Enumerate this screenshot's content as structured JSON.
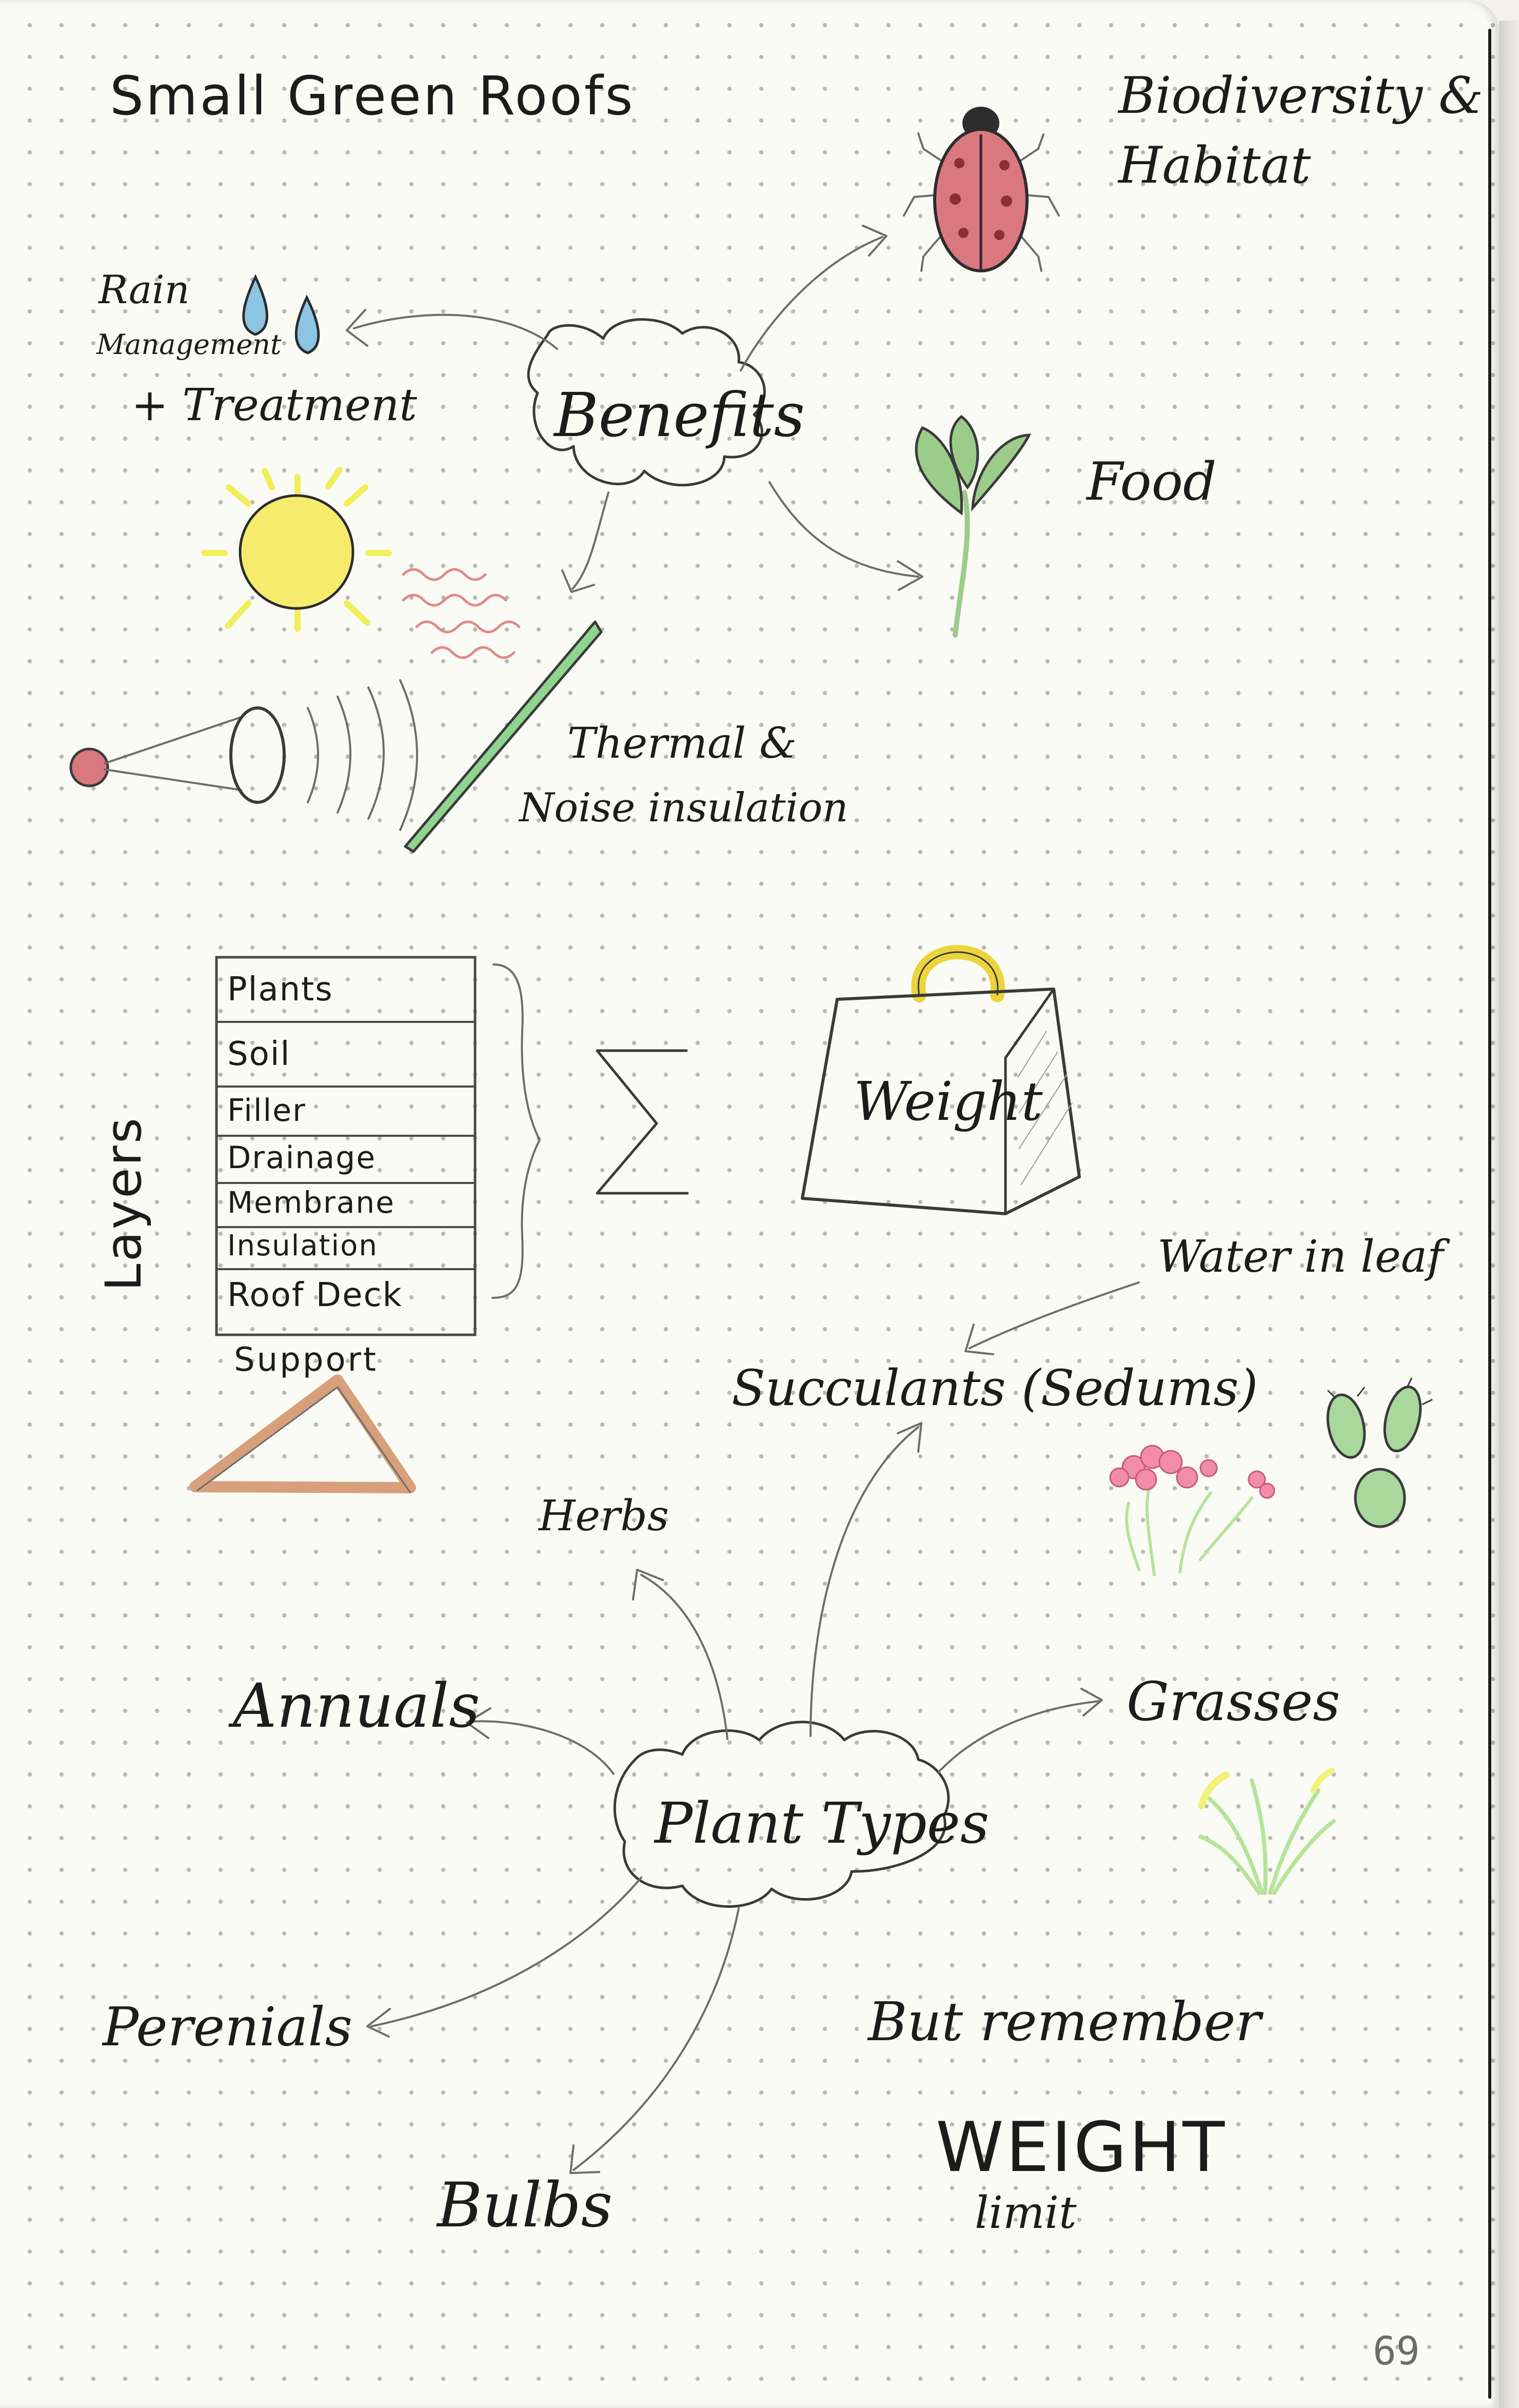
{
  "title": "Small Green Roofs",
  "benefits": {
    "hub": "Benefits",
    "rain": [
      "Rain",
      "Management",
      "+ Treatment"
    ],
    "biodiversity": [
      "Biodiversity &",
      "Habitat"
    ],
    "food": "Food",
    "thermal": [
      "Thermal &",
      "Noise insulation"
    ]
  },
  "layers": {
    "label": "Layers",
    "items": [
      "Plants",
      "Soil",
      "Filler",
      "Drainage",
      "Membrane",
      "Insulation",
      "Roof Deck"
    ],
    "support": "Support",
    "sum_symbol": "Σ",
    "weight": "Weight"
  },
  "plant_types": {
    "hub": "Plant Types",
    "succulents": "Succulants (Sedums)",
    "water_note": "Water in leaf",
    "herbs": "Herbs",
    "annuals": "Annuals",
    "grasses": "Grasses",
    "perenials": "Perenials",
    "bulbs": "Bulbs"
  },
  "reminder": {
    "line1": "But remember",
    "line2": "WEIGHT",
    "line3": "limit"
  },
  "page_number": "69",
  "colors": {
    "ink": "#1c1c1c",
    "pencil": "#6d6d6d",
    "water_drop": "#8cc4e3",
    "sun": "#f5ec6e",
    "sun_rays": "#f2ee5a",
    "heat_waves": "#e08a8a",
    "roof_green": "#8fd48f",
    "ladybug": "#d9787e",
    "leaf_green": "#9ccc8a",
    "handle_yellow": "#ecd53c",
    "support_brown": "#d7a07a",
    "flower_pink": "#f28ca8",
    "cactus_green": "#a8d89c",
    "grass_green": "#b5e49a",
    "grass_yellow": "#f5f07a"
  }
}
